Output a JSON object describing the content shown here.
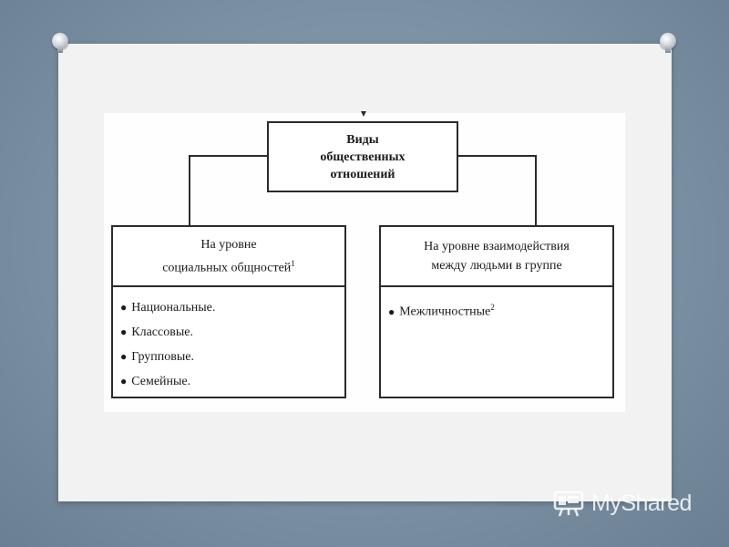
{
  "diagram": {
    "root": {
      "lines": [
        "Виды",
        "общественных",
        "отношений"
      ]
    },
    "branches": [
      {
        "head_lines": [
          "На уровне",
          "социальных общностей"
        ],
        "head_sup": "1",
        "items": [
          {
            "text": "Национальные."
          },
          {
            "text": "Классовые."
          },
          {
            "text": "Групповые."
          },
          {
            "text": "Семейные."
          }
        ]
      },
      {
        "head_lines": [
          "На уровне взаимодействия",
          "между людьми в группе"
        ],
        "items": [
          {
            "text": "Межличностные",
            "sup": "2"
          }
        ]
      }
    ],
    "bullet": "●"
  },
  "watermark": {
    "text": "MyShared",
    "icon": "presentation-board-icon"
  },
  "colors": {
    "background": "#7d93a6",
    "slide": "#f2f2f2",
    "border": "#2b2b2b",
    "watermark": "#ffffff"
  }
}
